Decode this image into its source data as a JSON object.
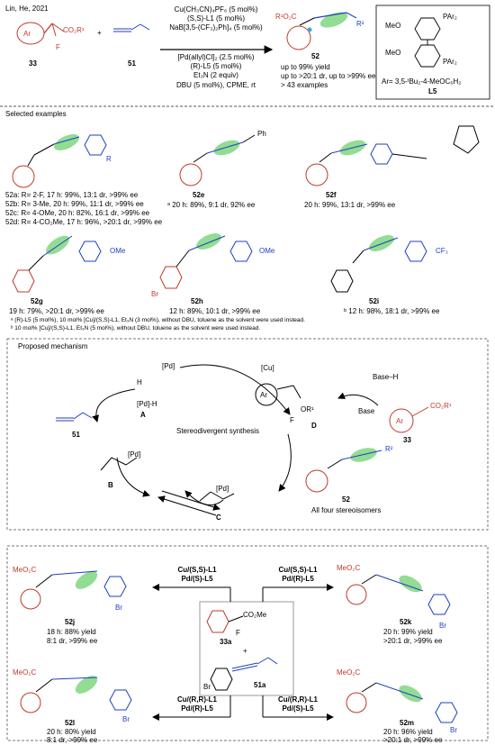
{
  "header": {
    "citation": "Lin, He, 2021",
    "ar_label": "Ar",
    "ester": "CO₂R¹",
    "fluoro": "F",
    "plus": "+",
    "cmpd33": "33",
    "cmpd51": "51",
    "conditions": [
      "Cu(CH₃CN)₄PF₆ (5 mol%)",
      "(S,S)-L1 (5 mol%)",
      "NaB[3,5-(CF₃)₂Ph]₄ (5 mol%)",
      "[Pd(allyl)Cl]₂ (2.5 mol%)",
      "(R)-L5 (5 mol%)",
      "Et₃N (2 equiv)",
      "DBU (5 mol%), CPME, rt"
    ],
    "product_label": "52",
    "product_ester": "R¹O₂C",
    "product_r2": "R²",
    "results": [
      "up to 99% yield",
      "up to >20:1 dr, up to >99% ee",
      "> 43 examples"
    ],
    "ligand": {
      "meo1": "MeO",
      "meo2": "MeO",
      "par1": "PAr₂",
      "par2": "PAr₂",
      "ar_def": "Ar= 3,5-ᵗBu₂-4-MeOC₆H₂",
      "name": "L5"
    }
  },
  "selected": {
    "heading": "Selected examples",
    "row1": {
      "a_lines": [
        "52a: R= 2-F, 17 h: 99%, 13:1 dr, >99% ee",
        "52b: R= 3-Me, 20 h: 99%, 11:1 dr, >99% ee",
        "52c: R= 4-OMe, 20 h: 82%, 16:1 dr, >99% ee",
        "52d: R= 4-CO₂Me, 17 h: 96%, >20:1 dr, >99% ee"
      ],
      "e_label": "52e",
      "e_text": "ᵃ 20 h: 89%, 9:1 dr, 92% ee",
      "f_label": "52f",
      "f_text": "20 h: 99%, 13:1 dr, >99% ee",
      "ph": "Ph",
      "r": "R"
    },
    "row2": {
      "g_label": "52g",
      "g_text": "19 h: 79%, >20:1 dr, >99% ee",
      "h_label": "52h",
      "h_text": "12 h: 89%, 10:1 dr, >99% ee",
      "i_label": "52i",
      "i_text": "ᵇ 12 h: 98%, 18:1 dr, >99% ee",
      "ome": "OMe",
      "ome2": "OMe",
      "br": "Br",
      "cf3": "CF₃"
    },
    "footnote_a": "ᵃ (R)-L5 (5 mol%), 10 mol% [Cu]/(S,S)-L1, Et₃N (3 mol%), without DBU, toluene as the solvent were used instead.",
    "footnote_b": "ᵇ 10 mol% [Cu]/(S,S)-L1, Et₃N (5 mol%), without DBU, toluene as the solvent were used instead."
  },
  "mechanism": {
    "heading": "Proposed mechanism",
    "pd": "[Pd]",
    "hplus": "H",
    "pdh": "[Pd]-H",
    "A": "A",
    "B": "B",
    "C": "C",
    "D": "D",
    "cmpd51": "51",
    "cu": "[Cu]",
    "base_h": "Base–H",
    "base": "Base",
    "center": "Stereodivergent synthesis",
    "cmpd33": "33",
    "cmpd52": "52",
    "all_four": "All four stereoisomers",
    "ar": "Ar",
    "or1": "OR¹",
    "f": "F",
    "co2r1": "CO₂R¹",
    "r2": "R²",
    "pd_b": "[Pd]",
    "pd_c": "[Pd]"
  },
  "divergent": {
    "j": {
      "label": "52j",
      "l1": "18 h: 88% yield",
      "l2": "8:1 dr, >99% ee"
    },
    "k": {
      "label": "52k",
      "l1": "20 h: 99% yield",
      "l2": ">20:1 dr, >99% ee"
    },
    "l": {
      "label": "52l",
      "l1": "20 h: 80% yield",
      "l2": "8:1 dr, >99% ee"
    },
    "m": {
      "label": "52m",
      "l1": "20 h: 96% yield",
      "l2": ">20:1 dr, >99% ee"
    },
    "cond_tl": [
      "Cu/(S,S)-L1",
      "Pd/(S)-L5"
    ],
    "cond_tr": [
      "Cu/(S,S)-L1",
      "Pd/(R)-L5"
    ],
    "cond_bl": [
      "Cu/(R,R)-L1",
      "Pd/(R)-L5"
    ],
    "cond_br": [
      "Cu/(R,R)-L1",
      "Pd/(S)-L5"
    ],
    "center33": "33a",
    "center51": "51a",
    "co2me": "CO₂Me",
    "f": "F",
    "br": "Br",
    "plus": "+",
    "meo2c": "MeO₂C"
  }
}
